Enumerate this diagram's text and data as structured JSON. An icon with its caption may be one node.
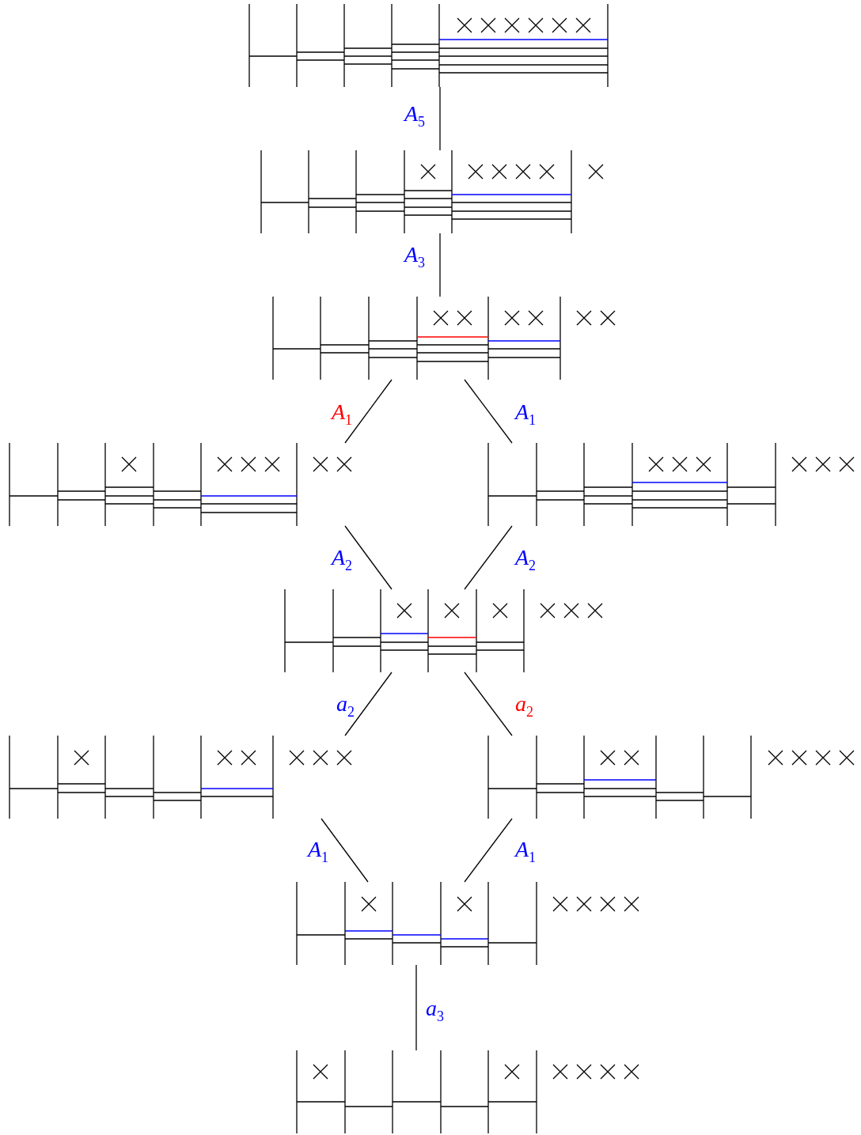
{
  "diagram": {
    "nodes": [
      {
        "text": [],
        "shape": "picture"
      },
      {
        "text": [],
        "shape": "picture"
      },
      {
        "text": [],
        "shape": "picture"
      },
      {
        "text": [],
        "shape": "picture"
      },
      {
        "text": [],
        "shape": "picture"
      },
      {
        "text": [],
        "shape": "picture"
      },
      {
        "text": [],
        "shape": "picture"
      },
      {
        "text": [],
        "shape": "picture"
      },
      {
        "text": [],
        "shape": "picture"
      },
      {
        "text": [],
        "shape": "picture"
      }
    ],
    "edges": [
      {
        "from": 0,
        "to": 1,
        "arrow": "none",
        "label": "*A*$_{5}$"
      },
      {
        "from": 1,
        "to": 2,
        "arrow": "none",
        "label": "*A*$_{3}$"
      },
      {
        "from": 2,
        "to": 3,
        "arrow": "none",
        "label": "*A*$_{1}$"
      },
      {
        "from": 2,
        "to": 4,
        "arrow": "none",
        "label": "*A*$_{1}$"
      },
      {
        "from": 3,
        "to": 5,
        "arrow": "none",
        "label": "*A*$_{2}$"
      },
      {
        "from": 4,
        "to": 5,
        "arrow": "none",
        "label": "*A*$_{2}$"
      },
      {
        "from": 5,
        "to": 6,
        "arrow": "none",
        "label": "*a*$_{2}$"
      },
      {
        "from": 5,
        "to": 7,
        "arrow": "none",
        "label": "*a*$_{2}$"
      },
      {
        "from": 6,
        "to": 8,
        "arrow": "none",
        "label": "*A*$_{1}$"
      },
      {
        "from": 7,
        "to": 8,
        "arrow": "none",
        "label": "*A*$_{1}$"
      },
      {
        "from": 8,
        "to": 9,
        "arrow": "none",
        "label": "*a*$_{3}$"
      }
    ]
  }
}
